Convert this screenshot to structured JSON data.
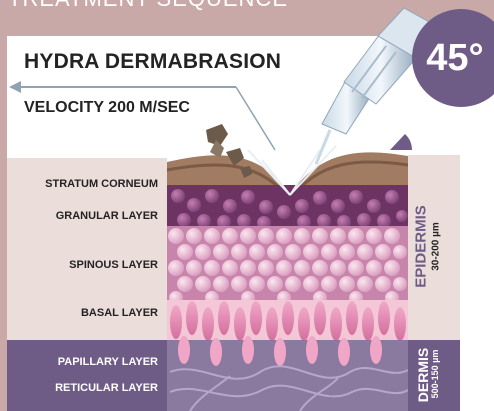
{
  "header": {
    "title": "TREATMENT SEQUENCE"
  },
  "diagram": {
    "title": "HYDRA DERMABRASION",
    "subtitle": "VELOCITY 200 M/SEC",
    "angle": "45°"
  },
  "layers": {
    "epidermis": [
      "STRATUM CORNEUM",
      "GRANULAR LAYER",
      "SPINOUS LAYER",
      "BASAL LAYER"
    ],
    "dermis": [
      "PAPILLARY LAYER",
      "RETICULAR LAYER"
    ]
  },
  "zones": {
    "epidermis": {
      "name": "EPIDERMIS",
      "thickness": "30-200 µm"
    },
    "dermis": {
      "name": "DERMIS",
      "thickness": "500-150 µm"
    }
  },
  "colors": {
    "accent": "#6e5c86",
    "label_bg": "#ebdeda",
    "page_bg": "#c9a9a8"
  }
}
